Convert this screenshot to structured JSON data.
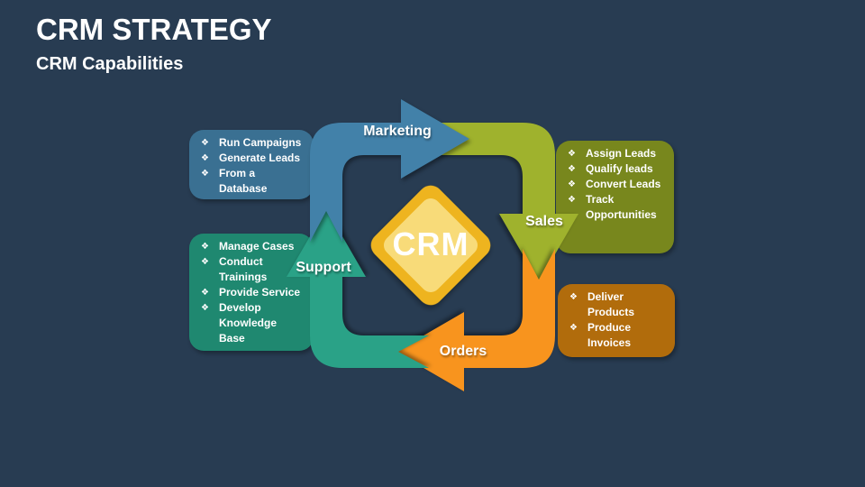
{
  "slide": {
    "title": "CRM STRATEGY",
    "subtitle": "CRM Capabilities",
    "background": "#283C52"
  },
  "bullet_glyph": "❖",
  "center": {
    "label": "CRM",
    "outer_color": "#EEB41F",
    "inner_color": "#F8DB79"
  },
  "cycle": {
    "marketing": {
      "label": "Marketing",
      "arrow_color": "#4281A9",
      "box_color": "#3A7092",
      "items": [
        "Run Campaigns",
        "Generate Leads",
        "From a Database"
      ]
    },
    "sales": {
      "label": "Sales",
      "arrow_color": "#9FB22D",
      "box_color": "#78871D",
      "items": [
        "Assign Leads",
        "Qualify leads",
        "Convert Leads",
        "Track Opportunities"
      ]
    },
    "orders": {
      "label": "Orders",
      "arrow_color": "#F8941E",
      "box_color": "#B16C0C",
      "items": [
        "Deliver Products",
        "Produce Invoices"
      ]
    },
    "support": {
      "label": "Support",
      "arrow_color": "#2AA287",
      "box_color": "#1F8870",
      "items": [
        "Manage Cases",
        "Conduct Trainings",
        "Provide Service",
        "Develop Knowledge Base"
      ]
    }
  }
}
